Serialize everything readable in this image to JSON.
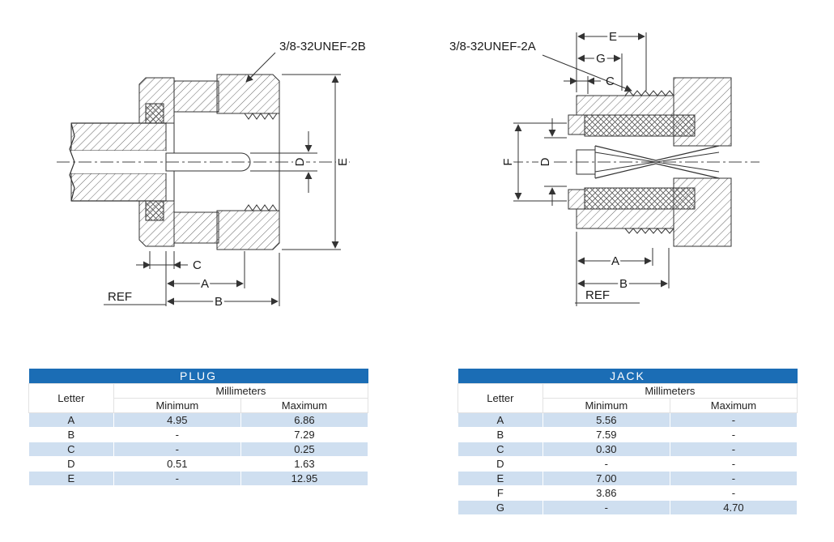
{
  "plug": {
    "thread_label": "3/8-32UNEF-2B",
    "labels": {
      "a": "A",
      "b": "B",
      "c": "C",
      "d": "D",
      "e": "E",
      "ref": "REF"
    },
    "table": {
      "title": "PLUG",
      "col_letter": "Letter",
      "col_unit": "Millimeters",
      "col_min": "Minimum",
      "col_max": "Maximum",
      "rows": [
        {
          "letter": "A",
          "min": "4.95",
          "max": "6.86"
        },
        {
          "letter": "B",
          "min": "-",
          "max": "7.29"
        },
        {
          "letter": "C",
          "min": "-",
          "max": "0.25"
        },
        {
          "letter": "D",
          "min": "0.51",
          "max": "1.63"
        },
        {
          "letter": "E",
          "min": "-",
          "max": "12.95"
        }
      ]
    }
  },
  "jack": {
    "thread_label": "3/8-32UNEF-2A",
    "labels": {
      "a": "A",
      "b": "B",
      "c": "C",
      "d": "D",
      "e": "E",
      "f": "F",
      "g": "G",
      "ref": "REF"
    },
    "table": {
      "title": "JACK",
      "col_letter": "Letter",
      "col_unit": "Millimeters",
      "col_min": "Minimum",
      "col_max": "Maximum",
      "rows": [
        {
          "letter": "A",
          "min": "5.56",
          "max": "-"
        },
        {
          "letter": "B",
          "min": "7.59",
          "max": "-"
        },
        {
          "letter": "C",
          "min": "0.30",
          "max": "-"
        },
        {
          "letter": "D",
          "min": "-",
          "max": "-"
        },
        {
          "letter": "E",
          "min": "7.00",
          "max": "-"
        },
        {
          "letter": "F",
          "min": "3.86",
          "max": "-"
        },
        {
          "letter": "G",
          "min": "-",
          "max": "4.70"
        }
      ]
    }
  },
  "colors": {
    "table_header_bg": "#1b6db5",
    "table_alt_row_bg": "#cfdff0",
    "line_color": "#333333"
  }
}
